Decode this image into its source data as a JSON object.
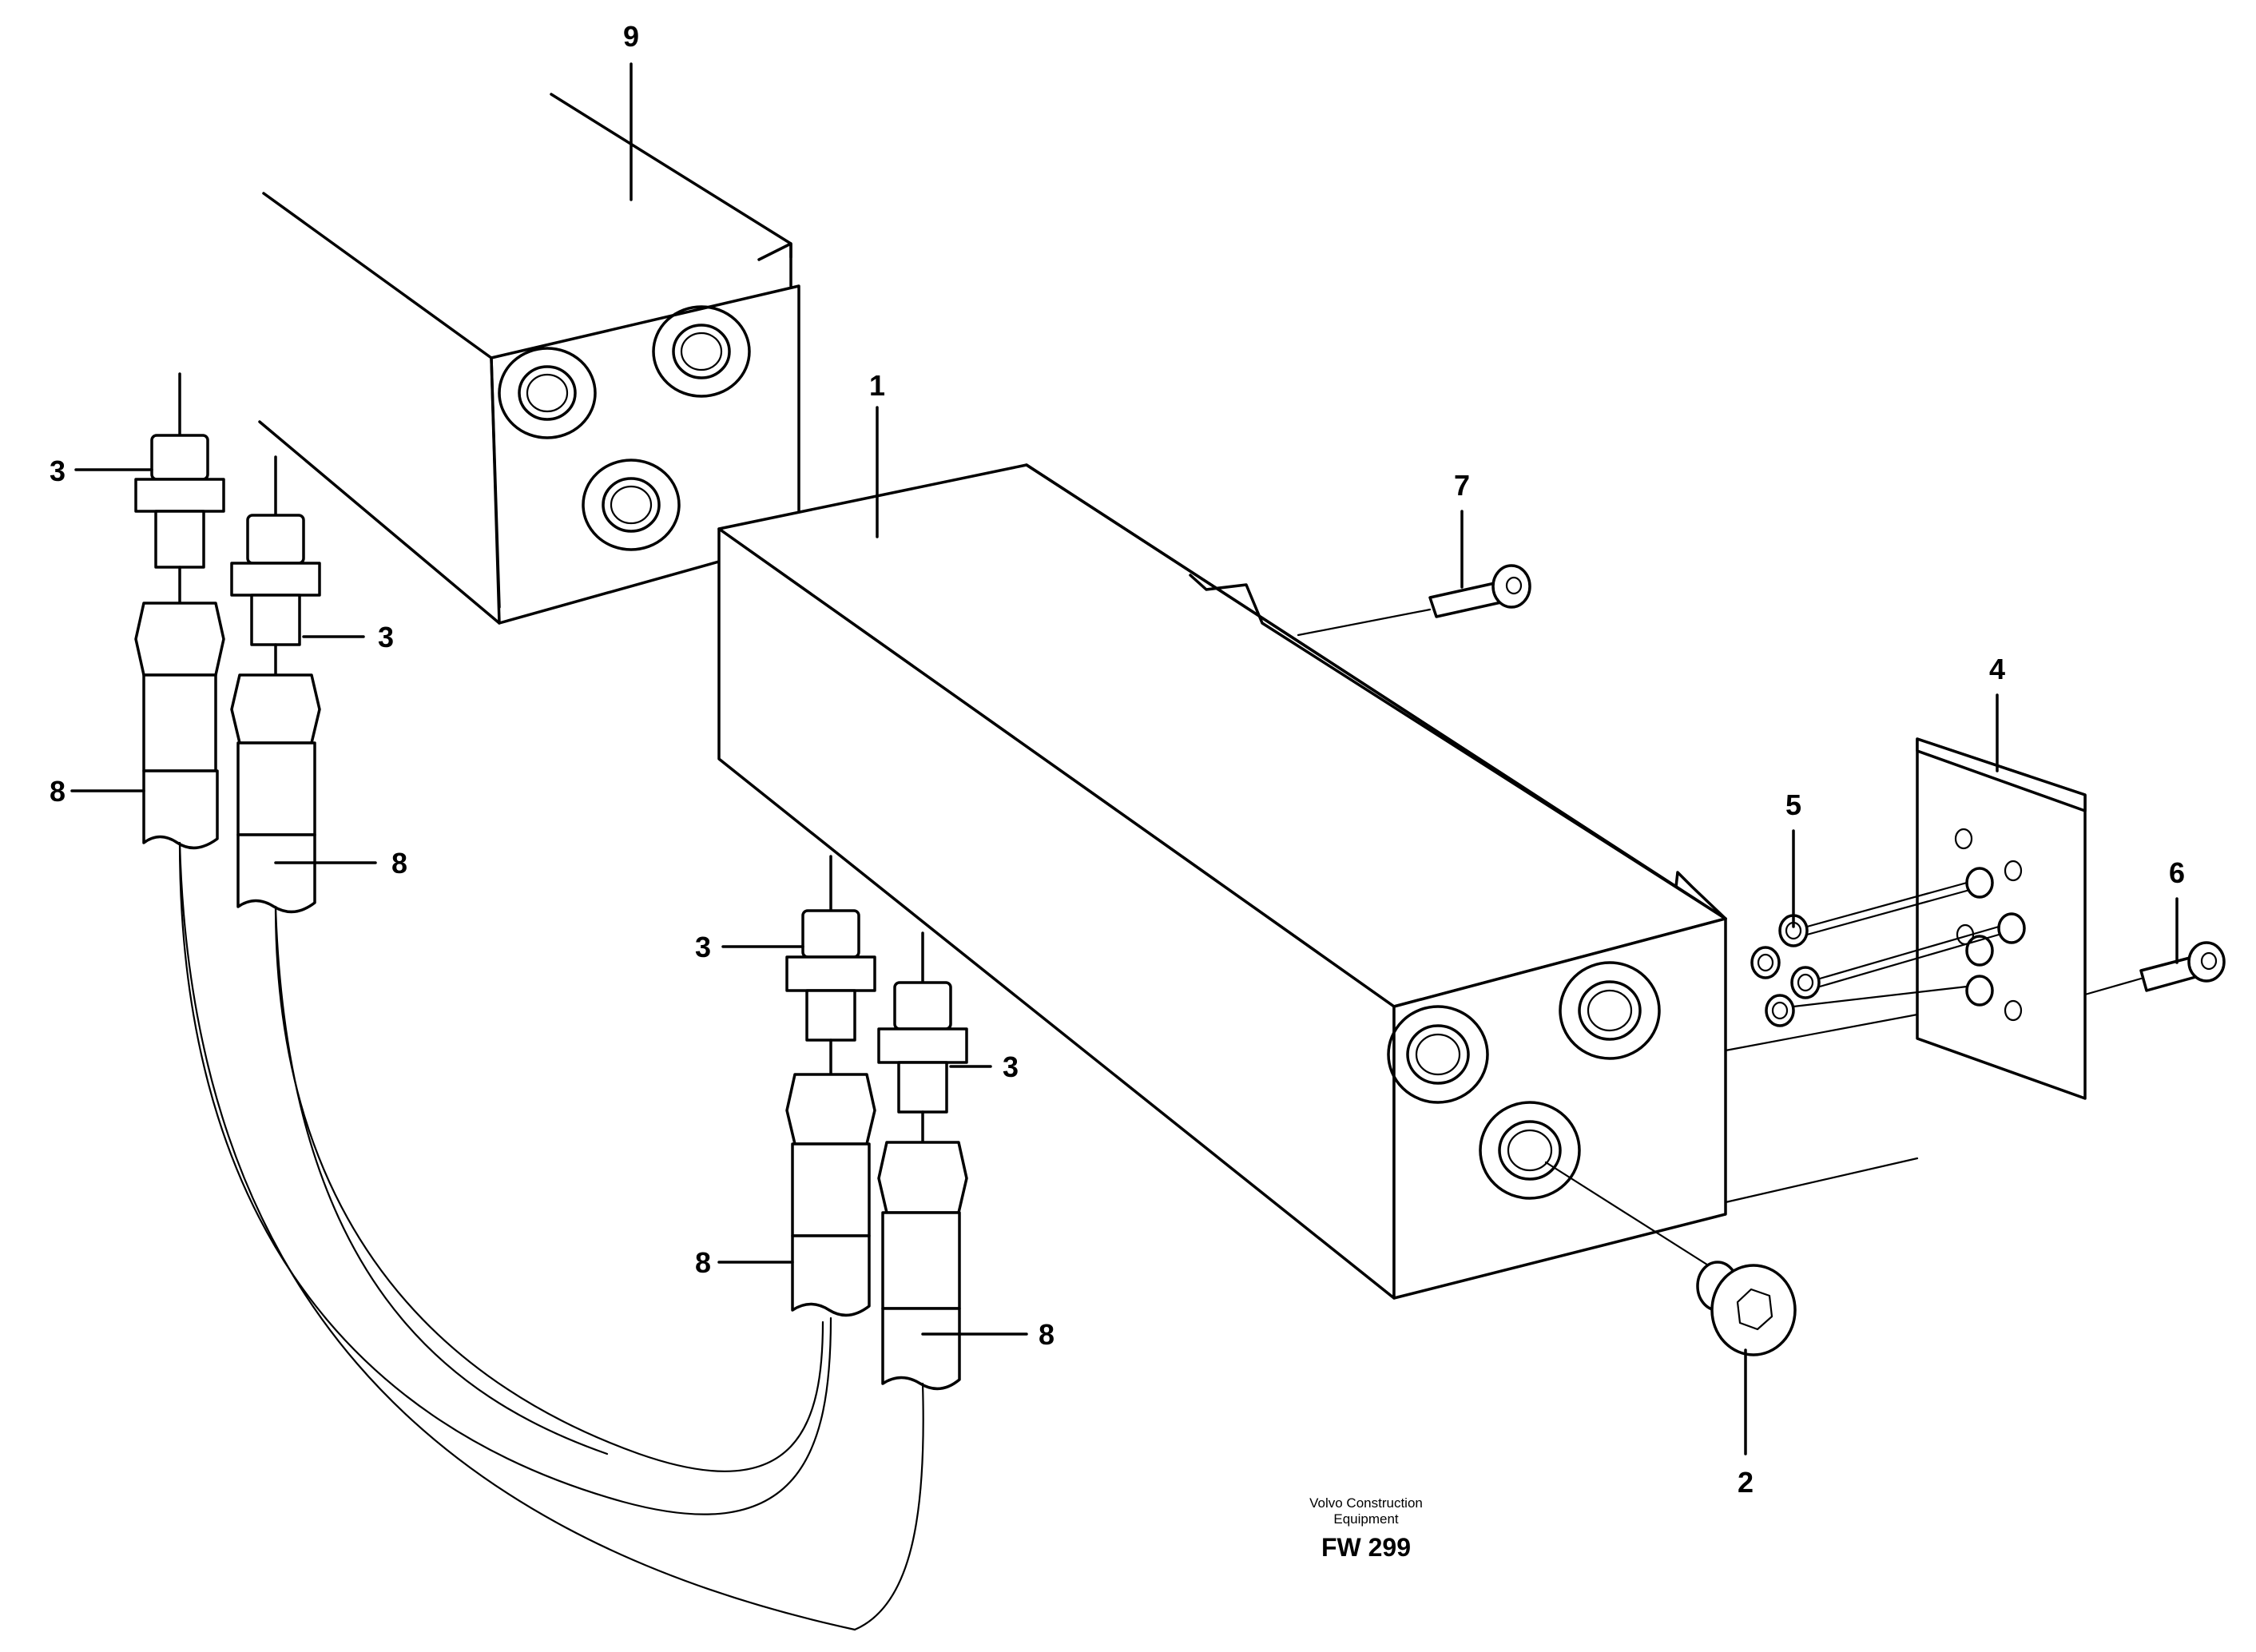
{
  "drawing": {
    "maker_line1": "Volvo Construction",
    "maker_line2": "Equipment",
    "figure_code": "FW 299"
  },
  "callouts": {
    "c1": "1",
    "c2": "2",
    "c3a": "3",
    "c3b": "3",
    "c3c": "3",
    "c3d": "3",
    "c4": "4",
    "c5": "5",
    "c6": "6",
    "c7": "7",
    "c8a": "8",
    "c8b": "8",
    "c8c": "8",
    "c8d": "8",
    "c9": "9"
  }
}
